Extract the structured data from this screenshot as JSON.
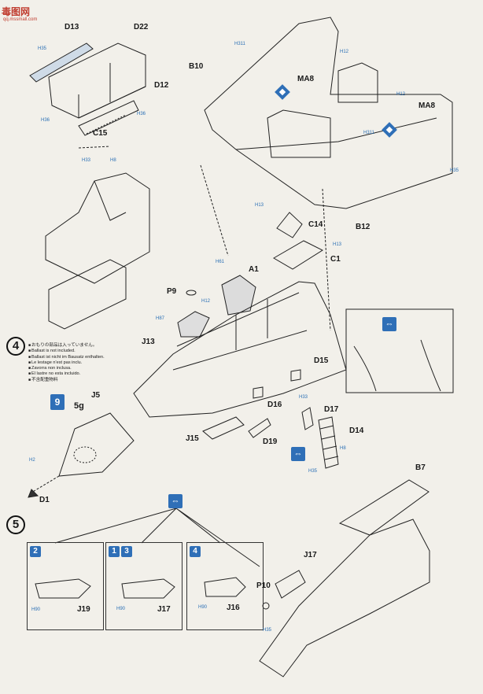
{
  "watermark": {
    "logo": "毒图网",
    "site": "qq.mssmall.com"
  },
  "steps": {
    "four": "4",
    "five": "5"
  },
  "ballast_notes": [
    "おもりの部品は入っていません。",
    "Ballast is not included.",
    "Ballast ist nicht im Bausatz enthalten.",
    "Le lestage n'est pas inclu.",
    "Zavorra non inclusa.",
    "El lastre no esta incluido.",
    "不含配重物料"
  ],
  "weight": {
    "icon": "9",
    "value": "5g"
  },
  "parts": {
    "D13": "D13",
    "D22": "D22",
    "D12": "D12",
    "C15": "C15",
    "B10": "B10",
    "MA8_a": "MA8",
    "MA8_b": "MA8",
    "B12": "B12",
    "C14": "C14",
    "C1": "C1",
    "A1": "A1",
    "P9": "P9",
    "J13": "J13",
    "D15": "D15",
    "J5": "J5",
    "D16": "D16",
    "D17": "D17",
    "D14": "D14",
    "J15": "J15",
    "D19": "D19",
    "D1": "D1",
    "B7": "B7",
    "J17_main": "J17",
    "P10": "P10",
    "J19": "J19",
    "J17_sub": "J17",
    "J16": "J16"
  },
  "paint_refs": {
    "h35": "H35",
    "h36a": "H36",
    "h36b": "H36",
    "h33a": "H33",
    "h8a": "H8",
    "h311": "H311",
    "h12a": "H12",
    "h12b": "H12",
    "h311b": "H311",
    "h35b": "H35",
    "h13a": "H13",
    "h13b": "H13",
    "h61": "H61",
    "h12c": "H12",
    "h87": "H87",
    "h2a": "H2",
    "h33b": "H33",
    "h8b": "H8",
    "h35c": "H35",
    "h90a": "H90",
    "h90b": "H90",
    "h90c": "H90",
    "h35d": "H35"
  },
  "subassembly_badges": {
    "a": "2",
    "b1": "1",
    "b2": "3",
    "c": "4"
  }
}
